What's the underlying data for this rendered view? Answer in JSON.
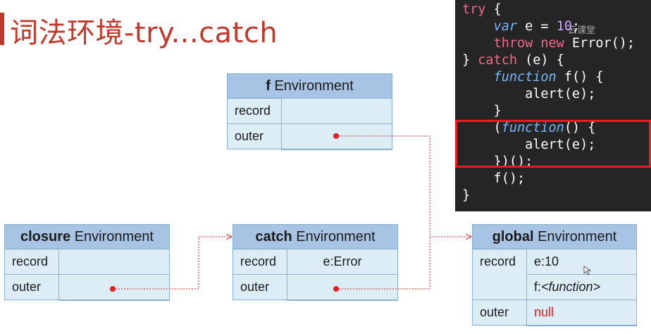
{
  "title": "词法环境-try...catch",
  "code": [
    [
      {
        "t": "try",
        "c": "kw"
      },
      {
        "t": " {",
        "c": ""
      }
    ],
    [
      {
        "t": "    ",
        "c": ""
      },
      {
        "t": "var",
        "c": "fn"
      },
      {
        "t": " e = ",
        "c": ""
      },
      {
        "t": "10",
        "c": "num"
      },
      {
        "t": ";",
        "c": ""
      }
    ],
    [
      {
        "t": "    ",
        "c": ""
      },
      {
        "t": "throw",
        "c": "kw"
      },
      {
        "t": " ",
        "c": ""
      },
      {
        "t": "new",
        "c": "kw"
      },
      {
        "t": " Error();",
        "c": ""
      }
    ],
    [
      {
        "t": "} ",
        "c": ""
      },
      {
        "t": "catch",
        "c": "kw"
      },
      {
        "t": " (e) {",
        "c": ""
      }
    ],
    [
      {
        "t": "    ",
        "c": ""
      },
      {
        "t": "function",
        "c": "fn"
      },
      {
        "t": " f() {",
        "c": ""
      }
    ],
    [
      {
        "t": "        alert(e);",
        "c": ""
      }
    ],
    [
      {
        "t": "    }",
        "c": ""
      }
    ],
    [
      {
        "t": "    (",
        "c": ""
      },
      {
        "t": "function",
        "c": "fn"
      },
      {
        "t": "() {",
        "c": ""
      }
    ],
    [
      {
        "t": "        alert(e);",
        "c": ""
      }
    ],
    [
      {
        "t": "    })();",
        "c": ""
      }
    ],
    [
      {
        "t": "    f();",
        "c": ""
      }
    ],
    [
      {
        "t": "}",
        "c": ""
      }
    ]
  ],
  "watermark": "云课堂",
  "environments": {
    "f": {
      "name": "f",
      "suffix": " Environment",
      "record_label": "record",
      "outer_label": "outer",
      "record": ""
    },
    "closure": {
      "name": "closure",
      "suffix": " Environment",
      "record_label": "record",
      "outer_label": "outer",
      "record": ""
    },
    "catch": {
      "name": "catch",
      "suffix": " Environment",
      "record_label": "record",
      "outer_label": "outer",
      "record": "e:Error"
    },
    "global": {
      "name": "global",
      "suffix": " Environment",
      "record_label": "record",
      "outer_label": "outer",
      "record_e": "e:10",
      "record_f_prefix": "f:",
      "record_f_value": "<function>",
      "outer": "null"
    }
  },
  "colors": {
    "title": "#c0392b",
    "header": "#a8c4e4",
    "body": "#dcedf6",
    "connector": "#e02020",
    "null": "#e02020"
  }
}
